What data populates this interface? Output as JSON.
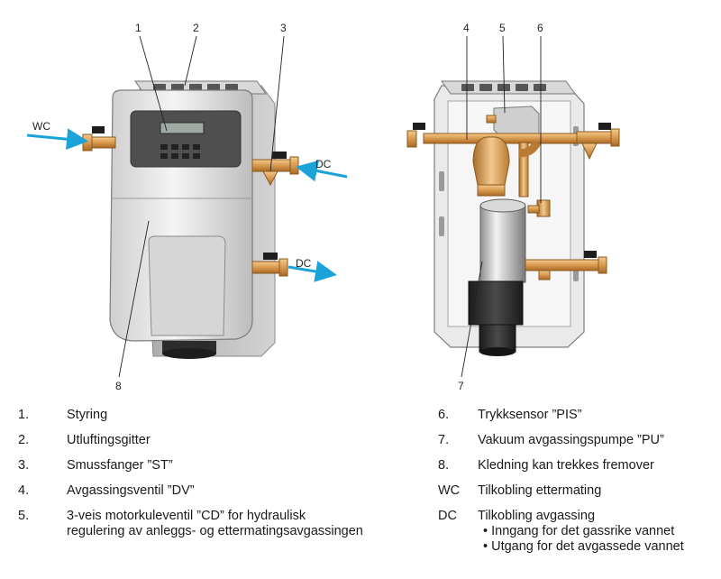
{
  "callouts": {
    "c1": "1",
    "c2": "2",
    "c3": "3",
    "c4": "4",
    "c5": "5",
    "c6": "6",
    "c7": "7",
    "c8": "8"
  },
  "flow_labels": {
    "wc": "WC",
    "dc_in": "DC",
    "dc_out": "DC"
  },
  "legend": {
    "left": [
      {
        "key": "1.",
        "text": "Styring"
      },
      {
        "key": "2.",
        "text": "Utluftingsgitter"
      },
      {
        "key": "3.",
        "text": "Smussfanger ”ST”"
      },
      {
        "key": "4.",
        "text": "Avgassingsventil ”DV”"
      },
      {
        "key": "5.",
        "text": "3-veis motorkuleventil ”CD” for hydraulisk",
        "text2": "regulering av anleggs- og ettermatingsavgassingen"
      }
    ],
    "right": [
      {
        "key": "6.",
        "text": "Trykksensor ”PIS”"
      },
      {
        "key": "7.",
        "text": "Vakuum avgassingspumpe ”PU”"
      },
      {
        "key": "8.",
        "text": "Kledning kan trekkes fremover"
      },
      {
        "key": "WC",
        "text": "Tilkobling ettermating"
      },
      {
        "key": "DC",
        "text": "Tilkobling avgassing",
        "bullet1": "• Inngang for det gassrike vannet",
        "bullet2": "• Utgang for det avgassede vannet"
      }
    ]
  },
  "colors": {
    "arrow": "#1aa3d9",
    "brass": "#d99a4e",
    "casing": "#e6e6e6",
    "pump_dark": "#2e2e2e"
  }
}
